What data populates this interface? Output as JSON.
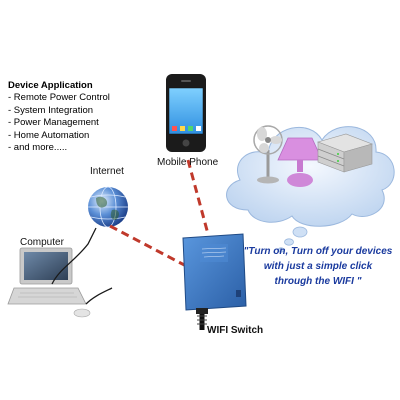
{
  "device_application": {
    "heading": "Device Application",
    "items": [
      "- Remote Power Control",
      "- System Integration",
      "- Power Management",
      "- Home Automation",
      "- and more....."
    ]
  },
  "labels": {
    "mobile_phone": "Mobile Phone",
    "internet": "Internet",
    "computer": "Computer",
    "wifi_switch": "WIFI Switch"
  },
  "quote": {
    "line1": "\"Turn on, Turn off your devices",
    "line2": "with just a simple click",
    "line3": "through the WIFI \""
  },
  "colors": {
    "link_dashed": "#c0392b",
    "cable": "#1a1a1a",
    "switch_body": "#3d7cc9",
    "cloud_fill": "#cfe0f5",
    "quote_text": "#1a3a9e"
  },
  "icons": {
    "phone": "smartphone-icon",
    "globe": "globe-icon",
    "computer": "laptop-icon",
    "switch": "wifi-switch-icon",
    "fan": "fan-icon",
    "lamp": "lamp-icon",
    "server": "server-rack-icon",
    "cloud": "cloud-icon"
  }
}
